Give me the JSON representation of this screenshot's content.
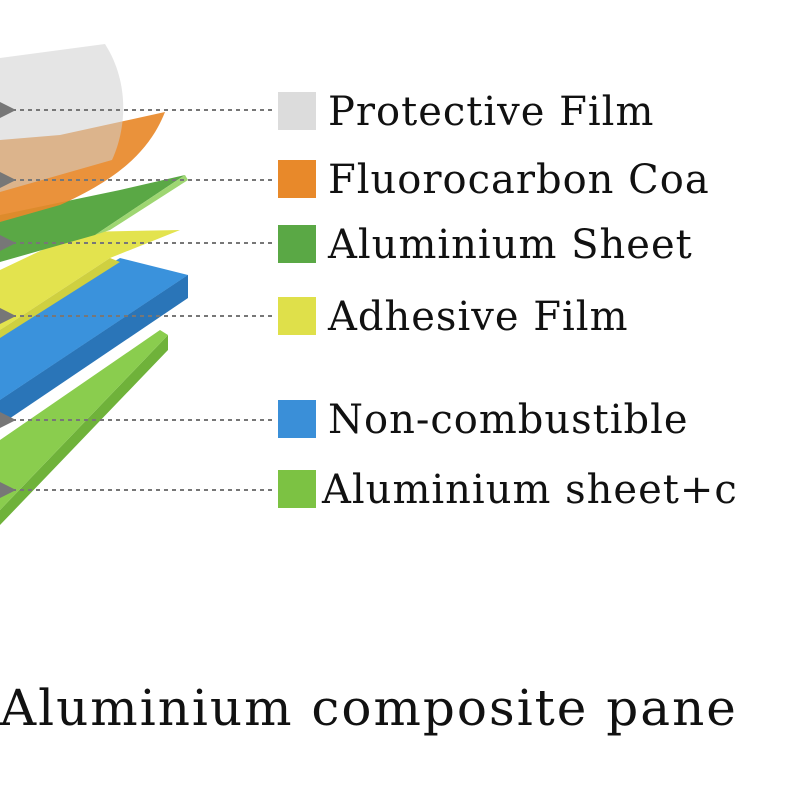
{
  "layers": [
    {
      "label": "Protective Film",
      "color": "#dcdcdc"
    },
    {
      "label": "Fluorocarbon Coa",
      "color": "#e8892a"
    },
    {
      "label": "Aluminium Sheet",
      "color": "#5aa845"
    },
    {
      "label": "Adhesive Film",
      "color": "#dfe04a"
    },
    {
      "label": "Non-combustible",
      "color": "#3a8fd8"
    },
    {
      "label": "Aluminium sheet+c",
      "color": "#7cc243"
    }
  ],
  "caption": "Aluminium composite pane",
  "colors": {
    "arrow": "#777777",
    "protective_film": "#dcdcdc",
    "fluorocarbon": "#e8892a",
    "aluminium_sheet": "#5aa845",
    "adhesive_film": "#dfe04a",
    "core": "#3a8fd8",
    "bottom_sheet": "#7cc243"
  }
}
